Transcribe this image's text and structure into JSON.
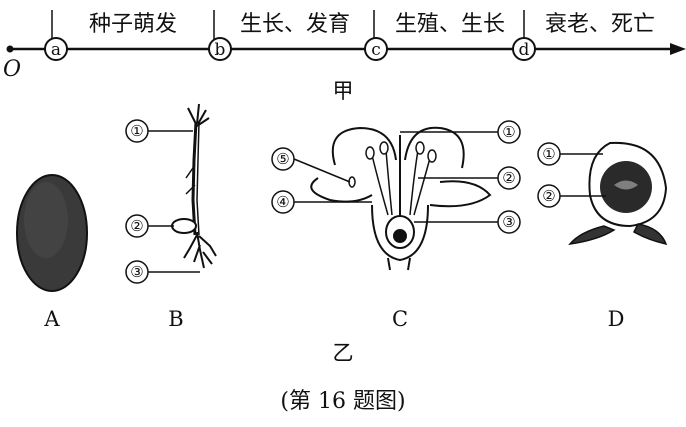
{
  "timeline": {
    "origin": "O",
    "points": [
      "a",
      "b",
      "c",
      "d"
    ],
    "stages": [
      "种子萌发",
      "生长、发育",
      "生殖、生长",
      "衰老、死亡"
    ],
    "title": "甲"
  },
  "figures": {
    "labels": [
      "A",
      "B",
      "C",
      "D"
    ],
    "title": "乙",
    "numbers": [
      "①",
      "②",
      "③",
      "④",
      "⑤"
    ]
  },
  "caption": "(第 16 题图)"
}
